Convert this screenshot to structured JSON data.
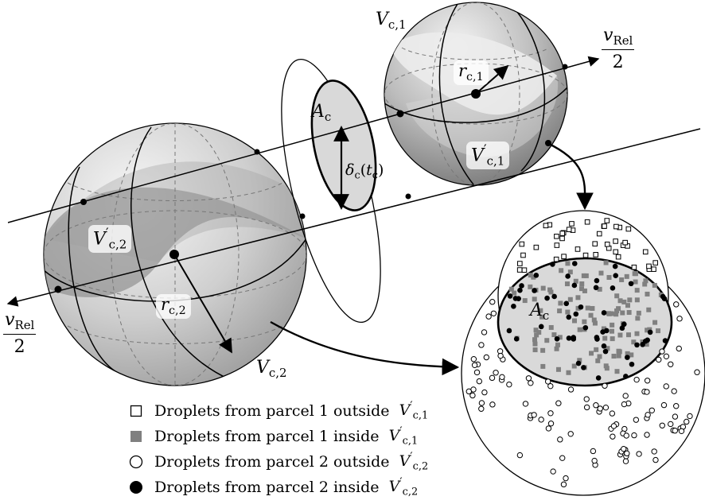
{
  "labels": {
    "V_c1_base": "V",
    "V_c1_sub": "c,1",
    "V_c2_base": "V",
    "V_c2_sub": "c,2",
    "Vp_c1_base": "V",
    "Vp_c1_prime": "′",
    "Vp_c1_sub": "c,1",
    "Vp_c2_base": "V",
    "Vp_c2_prime": "′",
    "Vp_c2_sub": "c,2",
    "r_c1_base": "r",
    "r_c1_sub": "c,1",
    "r_c2_base": "r",
    "r_c2_sub": "c,2",
    "A_c_base": "A",
    "A_c_sub": "c",
    "A_c_right_base": "A",
    "A_c_right_sub": "c",
    "delta_base": "δ",
    "delta_sub": "c",
    "delta_arg_base": "t",
    "delta_arg_sub": "c",
    "vrel_right_num": "v",
    "vrel_right_num_sub": "Rel",
    "vrel_right_den": "2",
    "vrel_left_num": "v",
    "vrel_left_num_sub": "Rel",
    "vrel_left_den": "2"
  },
  "legend": [
    {
      "marker": "open-square",
      "text": "Droplets from parcel 1 outside",
      "sym_base": "V",
      "sym_prime": "′",
      "sym_sub": "c,1"
    },
    {
      "marker": "filled-square",
      "text": "Droplets from parcel 1 inside",
      "sym_base": "V",
      "sym_prime": "′",
      "sym_sub": "c,1"
    },
    {
      "marker": "open-circle",
      "text": "Droplets from parcel 2 outside",
      "sym_base": "V",
      "sym_prime": "′",
      "sym_sub": "c,2"
    },
    {
      "marker": "filled-circle",
      "text": "Droplets from parcel 2 inside",
      "sym_base": "V",
      "sym_prime": "′",
      "sym_sub": "c,2"
    }
  ],
  "colors": {
    "ink": "#000000",
    "sphere_light": "#f2f2f2",
    "sphere_mid": "#bdbdbd",
    "sphere_dark": "#7a7a7a",
    "disk_fill": "#d9d9d9",
    "square_fill": "#808080"
  }
}
